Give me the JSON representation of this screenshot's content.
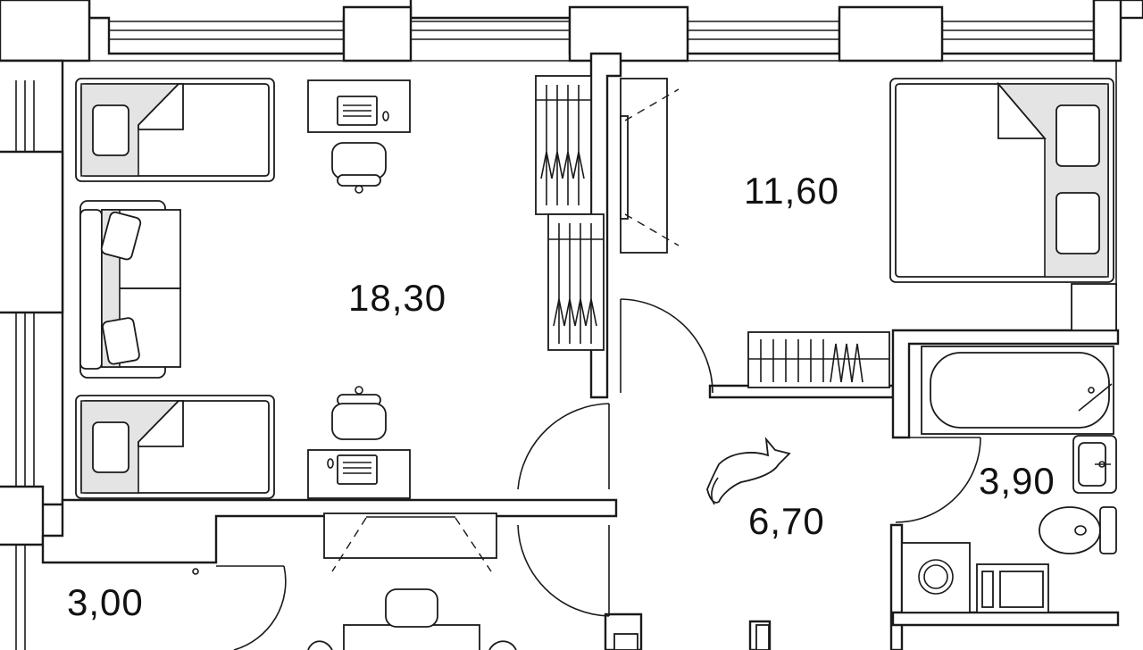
{
  "plan": {
    "rooms": [
      {
        "id": "living-room",
        "area": "18,30"
      },
      {
        "id": "bedroom",
        "area": "11,60"
      },
      {
        "id": "hallway",
        "area": "6,70"
      },
      {
        "id": "bathroom",
        "area": "3,90"
      },
      {
        "id": "kitchen",
        "area": "3,00"
      }
    ]
  },
  "colors": {
    "line": "#1a1a1a",
    "furniture_fill": "#e4e4e4",
    "background": "#ffffff"
  },
  "icons": [
    "bed-icon",
    "desk-icon",
    "laptop-icon",
    "chair-icon",
    "sofa-icon",
    "wardrobe-icon",
    "tv-icon",
    "bathtub-icon",
    "sink-icon",
    "toilet-icon",
    "washing-machine-icon",
    "dining-table-icon",
    "cat-icon",
    "door-icon"
  ]
}
